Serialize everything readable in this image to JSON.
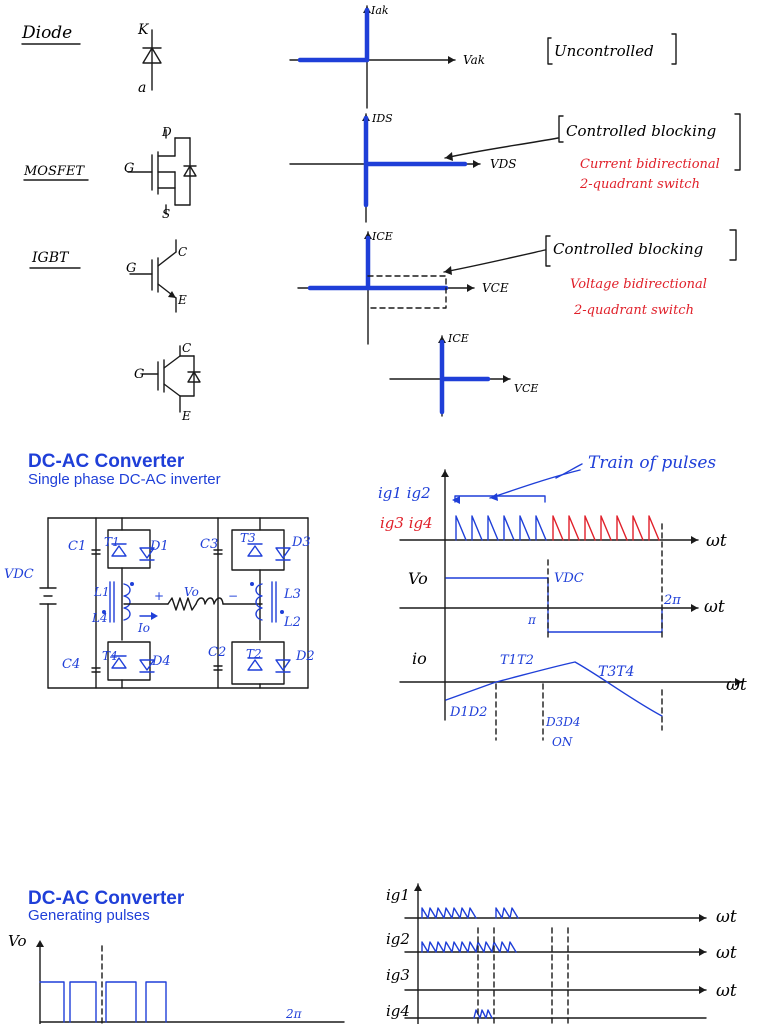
{
  "colors": {
    "ink": "#1a1a1a",
    "blue": "#1f3fd8",
    "red": "#e0202a"
  },
  "switches": {
    "diode": {
      "name": "Diode",
      "k": "K",
      "a": "a",
      "ylabel": "Iak",
      "xlabel": "Vak",
      "note": "Uncontrolled"
    },
    "mosfet": {
      "name": "MOSFET",
      "g": "G",
      "d": "D",
      "s": "S",
      "ylabel": "IDS",
      "xlabel": "VDS",
      "note": "Controlled blocking",
      "note_red_1": "Current bidirectional",
      "note_red_2": "2-quadrant switch"
    },
    "igbt": {
      "name": "IGBT",
      "g": "G",
      "c": "C",
      "e": "E",
      "ylabel": "ICE",
      "xlabel": "VCE",
      "note": "Controlled blocking",
      "note_red_1": "Voltage bidirectional",
      "note_red_2": "2-quadrant switch"
    },
    "igbt_diode": {
      "g": "G",
      "c": "C",
      "e": "E",
      "ylabel": "ICE",
      "xlabel": "VCE"
    }
  },
  "inverter": {
    "heading": "DC-AC Converter",
    "subheading": "Single phase DC-AC inverter",
    "vdc": "VDC",
    "c1": "C1",
    "t1": "T1",
    "d1": "D1",
    "c3": "C3",
    "t3": "T3",
    "d3": "D3",
    "l1": "L1",
    "l4": "L4",
    "l3": "L3",
    "l2": "L2",
    "vo": "Vo",
    "io": "Io",
    "plus": "+",
    "minus": "−",
    "c4": "C4",
    "t4": "T4",
    "d4": "D4",
    "c2": "C2",
    "t2": "T2",
    "d2": "D2"
  },
  "waveforms": {
    "pulses_note": "Train of pulses",
    "ig_blue": "ig1 ig2",
    "ig_red": "ig3 ig4",
    "wt": "ωt",
    "vo": "Vo",
    "vdc": "VDC",
    "pi": "π",
    "two_pi": "2π",
    "io": "io",
    "t1t2": "T1T2",
    "t3t4": "T3T4",
    "d1d2": "D1D2",
    "d3d4": "D3D4",
    "on": "ON"
  },
  "generating": {
    "heading": "DC-AC Converter",
    "subheading": "Generating pulses",
    "vo": "Vo",
    "two_pi": "2π",
    "ig1": "ig1",
    "ig2": "ig2",
    "ig3": "ig3",
    "ig4": "ig4",
    "wt": "ωt"
  }
}
